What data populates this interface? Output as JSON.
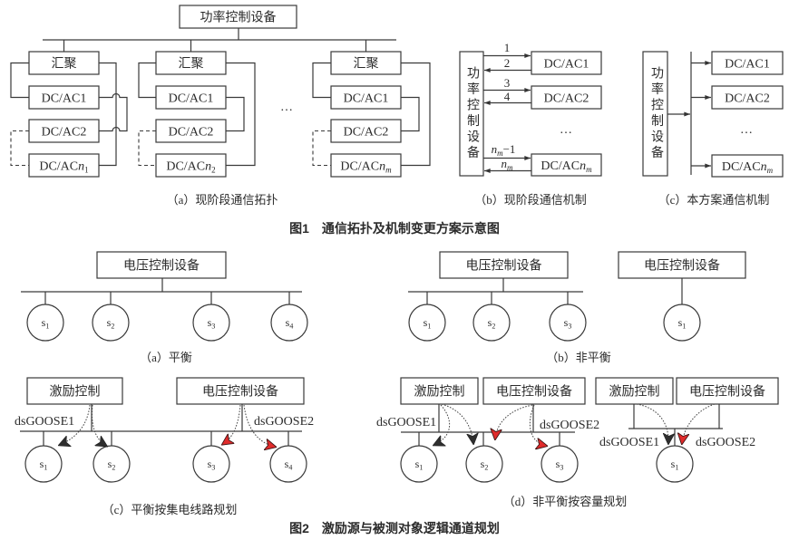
{
  "colors": {
    "line": "#3a3a3a",
    "excitation_stream_arrow": "#2e2e2e",
    "voltage_stream_arrow": "#e02b2b",
    "background": "#ffffff"
  },
  "figure1": {
    "title": "图1　通信拓扑及机制变更方案示意图",
    "panel_a": {
      "caption": "（a）现阶段通信拓扑",
      "controller": "功率控制设备",
      "ellipsis": "…",
      "groups": [
        {
          "aggregator": "汇聚",
          "inverters": [
            {
              "text": "DC/AC1"
            },
            {
              "text": "DC/AC2"
            },
            {
              "text": "DC/AC",
              "var": "n",
              "sub": "1"
            }
          ]
        },
        {
          "aggregator": "汇聚",
          "inverters": [
            {
              "text": "DC/AC1"
            },
            {
              "text": "DC/AC2"
            },
            {
              "text": "DC/AC",
              "var": "n",
              "sub": "2"
            }
          ]
        },
        {
          "aggregator": "汇聚",
          "inverters": [
            {
              "text": "DC/AC1"
            },
            {
              "text": "DC/AC2"
            },
            {
              "text": "DC/AC",
              "var": "n",
              "sub": "m"
            }
          ]
        }
      ]
    },
    "panel_b": {
      "caption": "（b）现阶段通信机制",
      "controller": "功率控制设备",
      "ellipsis": "…",
      "inverters": [
        {
          "text": "DC/AC1"
        },
        {
          "text": "DC/AC2"
        },
        {
          "text": "DC/AC",
          "var": "n",
          "sub": "m"
        }
      ],
      "channels": [
        {
          "label": "1",
          "direction": "to-inverter"
        },
        {
          "label": "2",
          "direction": "to-controller"
        },
        {
          "label": "3",
          "direction": "to-inverter"
        },
        {
          "label": "4",
          "direction": "to-controller"
        },
        {
          "var": "n",
          "sub": "m",
          "suffix": "−1",
          "direction": "to-inverter"
        },
        {
          "var": "n",
          "sub": "m",
          "direction": "to-controller"
        }
      ]
    },
    "panel_c": {
      "caption": "（c）本方案通信机制",
      "controller": "功率控制设备",
      "ellipsis": "…",
      "inverters": [
        {
          "text": "DC/AC1"
        },
        {
          "text": "DC/AC2"
        },
        {
          "text": "DC/AC",
          "var": "n",
          "sub": "m"
        }
      ]
    }
  },
  "figure2": {
    "title": "图2　激励源与被测对象逻辑通道规划",
    "panel_a": {
      "caption": "（a）平衡",
      "controller": "电压控制设备",
      "nodes": [
        {
          "base": "s",
          "sub": "1"
        },
        {
          "base": "s",
          "sub": "2"
        },
        {
          "base": "s",
          "sub": "3"
        },
        {
          "base": "s",
          "sub": "4"
        }
      ]
    },
    "panel_b": {
      "caption": "（b）非平衡",
      "groups": [
        {
          "controller": "电压控制设备",
          "nodes": [
            {
              "base": "s",
              "sub": "1"
            },
            {
              "base": "s",
              "sub": "2"
            },
            {
              "base": "s",
              "sub": "3"
            }
          ]
        },
        {
          "controller": "电压控制设备",
          "nodes": [
            {
              "base": "s",
              "sub": "1"
            }
          ]
        }
      ]
    },
    "panel_c": {
      "caption": "（c）平衡按集电线路规划",
      "excitation": "激励控制",
      "controller": "电压控制设备",
      "nodes": [
        {
          "base": "s",
          "sub": "1"
        },
        {
          "base": "s",
          "sub": "2"
        },
        {
          "base": "s",
          "sub": "3"
        },
        {
          "base": "s",
          "sub": "4"
        }
      ],
      "streams": [
        {
          "label": "dsGOOSE1",
          "source": "激励控制",
          "targets": [
            "s1",
            "s2"
          ]
        },
        {
          "label": "dsGOOSE2",
          "source": "电压控制设备",
          "targets": [
            "s3",
            "s4"
          ]
        }
      ]
    },
    "panel_d": {
      "caption": "（d）非平衡按容量规划",
      "groups": [
        {
          "excitation": "激励控制",
          "controller": "电压控制设备",
          "nodes": [
            {
              "base": "s",
              "sub": "1"
            },
            {
              "base": "s",
              "sub": "2"
            },
            {
              "base": "s",
              "sub": "3"
            }
          ],
          "streams": [
            {
              "label": "dsGOOSE1",
              "source": "激励控制",
              "targets": [
                "s1",
                "s2"
              ]
            },
            {
              "label": "dsGOOSE2",
              "source": "电压控制设备",
              "targets": [
                "s2",
                "s3"
              ]
            }
          ]
        },
        {
          "excitation": "激励控制",
          "controller": "电压控制设备",
          "nodes": [
            {
              "base": "s",
              "sub": "1"
            }
          ],
          "streams": [
            {
              "label": "dsGOOSE1",
              "source": "激励控制",
              "targets": [
                "s1"
              ]
            },
            {
              "label": "dsGOOSE2",
              "source": "电压控制设备",
              "targets": [
                "s1"
              ]
            }
          ]
        }
      ]
    }
  }
}
